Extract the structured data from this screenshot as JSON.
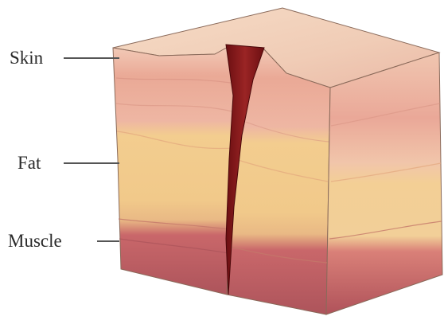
{
  "labels": {
    "skin": "Skin",
    "fat": "Fat",
    "muscle": "Muscle"
  },
  "colors": {
    "skin_surface": "#f3d7bf",
    "skin_layer": "#e7a896",
    "skin_layer_light": "#f2c7b4",
    "fat_layer": "#f1c98c",
    "fat_layer_light": "#f7dca7",
    "muscle_layer": "#c96c6b",
    "muscle_layer_dark": "#a94f54",
    "wound": "#8e1f1f",
    "wound_dark": "#5f0c0f",
    "leader_line": "#555555",
    "label_text": "#2a2a2a"
  }
}
